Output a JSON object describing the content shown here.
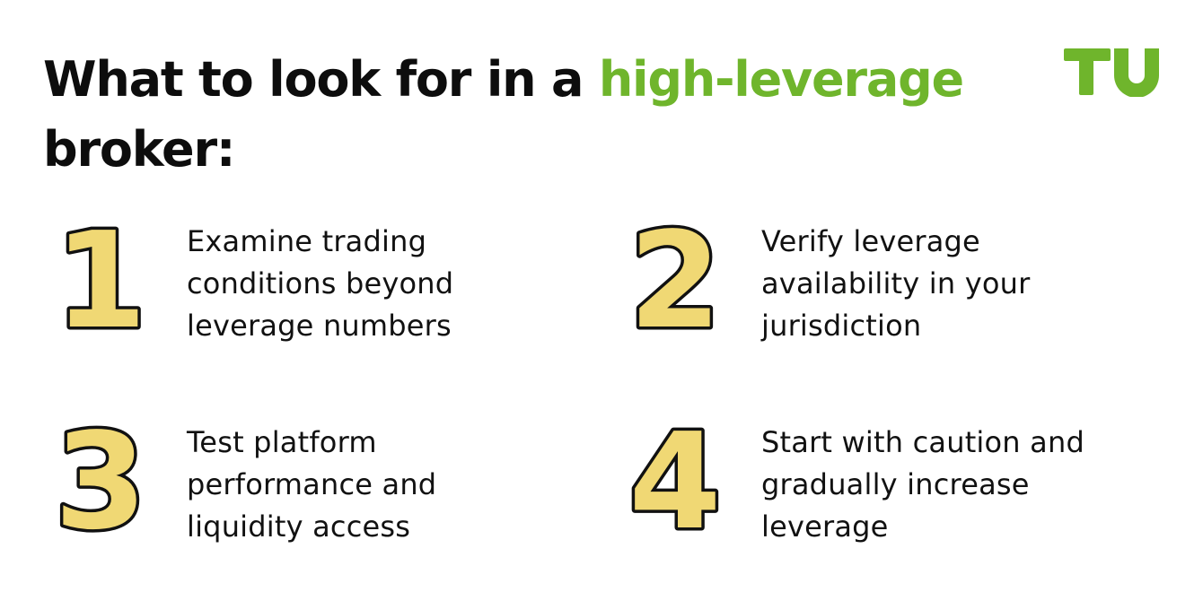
{
  "header": {
    "title_part1": "What to look for in a ",
    "title_highlight": "high-leverage",
    "title_part2": " broker:"
  },
  "colors": {
    "accent": "#6fb52c",
    "numeral_fill": "#f0d874",
    "text": "#0d0d0d"
  },
  "logo": {
    "text": "TU",
    "icon": "tu-logo-icon"
  },
  "items": [
    {
      "number": "1",
      "text": "Examine trading conditions beyond leverage numbers"
    },
    {
      "number": "2",
      "text": "Verify leverage availability in your jurisdiction"
    },
    {
      "number": "3",
      "text": "Test platform performance and liquidity access"
    },
    {
      "number": "4",
      "text": "Start with caution and gradually increase leverage"
    }
  ]
}
